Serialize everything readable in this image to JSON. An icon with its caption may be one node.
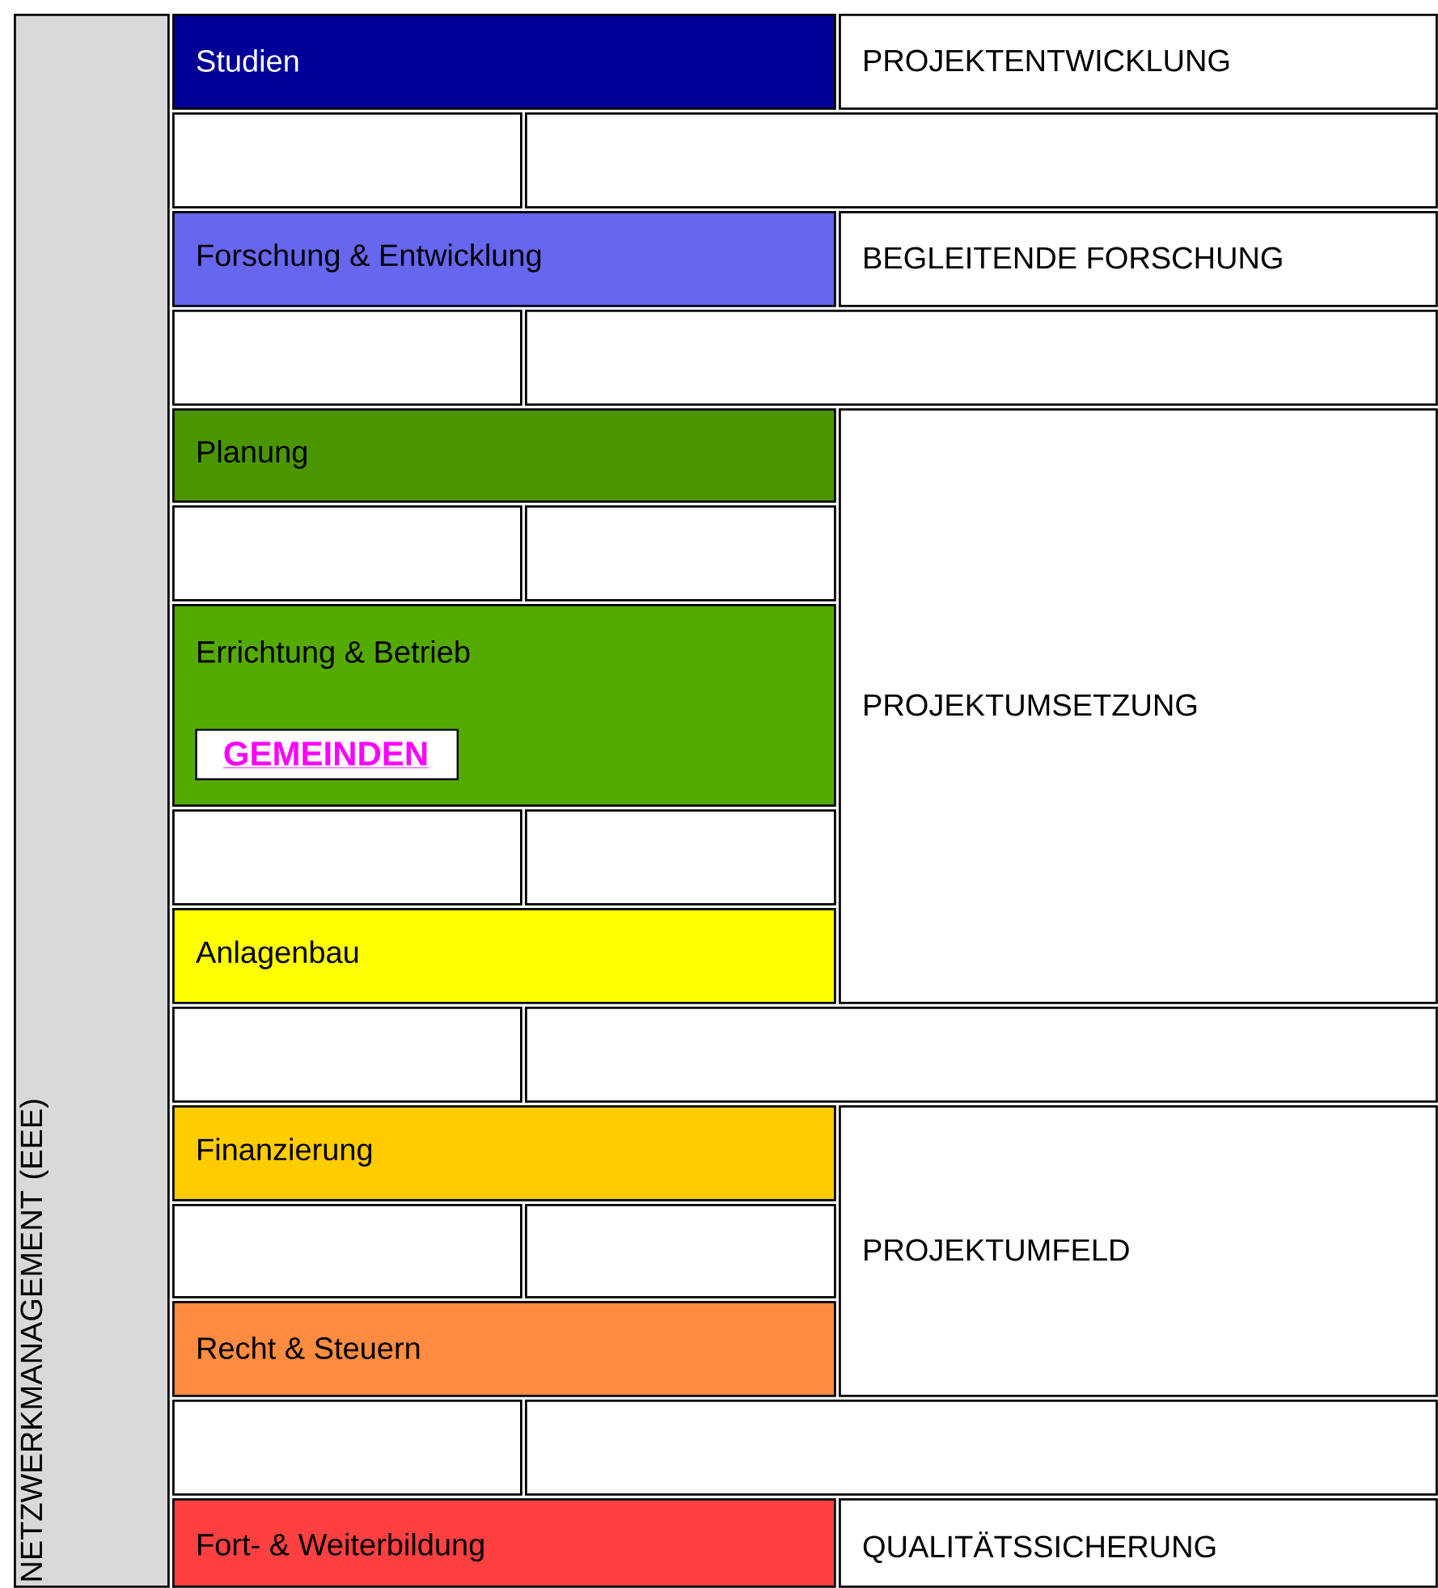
{
  "diagram": {
    "nodes": [
      {
        "text": [
          "NETZWERKMANAGEMENT (EEE)"
        ]
      },
      {
        "text": [
          "Studien"
        ]
      },
      {
        "text": [
          "PROJEKTENTWICKLUNG"
        ]
      },
      {
        "text": [],
        "shape": "box"
      },
      {
        "text": [],
        "shape": "box"
      },
      {
        "text": [
          "Forschung & Entwicklung"
        ]
      },
      {
        "text": [
          "BEGLEITENDE FORSCHUNG"
        ]
      },
      {
        "text": [],
        "shape": "box"
      },
      {
        "text": [],
        "shape": "box"
      },
      {
        "text": [
          "Planung"
        ]
      },
      {
        "text": [
          "PROJEKTUMSETZUNG"
        ]
      },
      {
        "text": [],
        "shape": "box"
      },
      {
        "text": [],
        "shape": "box"
      },
      {
        "text": [
          "Errichtung & Betrieb"
        ]
      },
      {
        "text": [
          "GEMEINDEN"
        ],
        "in": 13
      },
      {
        "text": [],
        "shape": "box"
      },
      {
        "text": [],
        "shape": "box"
      },
      {
        "text": [
          "Anlagenbau"
        ]
      },
      {
        "text": [],
        "shape": "box"
      },
      {
        "text": [],
        "shape": "box"
      },
      {
        "text": [
          "Finanzierung"
        ]
      },
      {
        "text": [
          "PROJEKTUMFELD"
        ]
      },
      {
        "text": [],
        "shape": "box"
      },
      {
        "text": [],
        "shape": "box"
      },
      {
        "text": [
          "Recht & Steuern"
        ]
      },
      {
        "text": [],
        "shape": "box"
      },
      {
        "text": [],
        "shape": "box"
      },
      {
        "text": [
          "Fort- & Weiterbildung"
        ]
      },
      {
        "text": [
          "QUALITÄTSSICHERUNG"
        ]
      }
    ]
  }
}
